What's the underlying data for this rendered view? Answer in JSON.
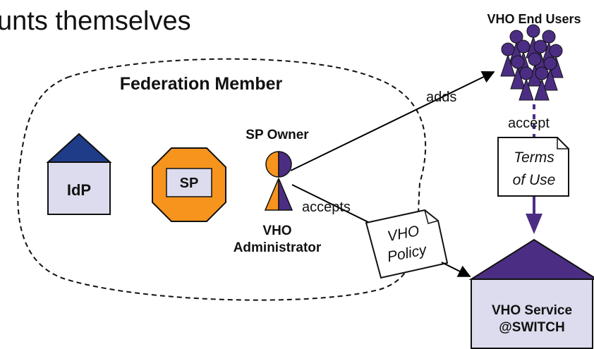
{
  "header_fragment": "unts themselves",
  "federation": {
    "title": "Federation Member"
  },
  "idp": {
    "label": "IdP"
  },
  "sp": {
    "label": "SP"
  },
  "sp_owner": {
    "title": "SP Owner",
    "role_line1": "VHO",
    "role_line2": "Administrator"
  },
  "end_users": {
    "title": "VHO End Users"
  },
  "edges": {
    "adds": "adds",
    "accepts": "accepts",
    "accept": "accept"
  },
  "terms_doc": {
    "line1": "Terms",
    "line2": "of Use"
  },
  "policy_doc": {
    "line1": "VHO",
    "line2": "Policy"
  },
  "vho_service": {
    "line1": "VHO Service",
    "line2": "@SWITCH"
  },
  "colors": {
    "purple": "#4b2e83",
    "orange": "#f7941d",
    "navy": "#1f3c88",
    "box_fill": "#dcdcee"
  }
}
